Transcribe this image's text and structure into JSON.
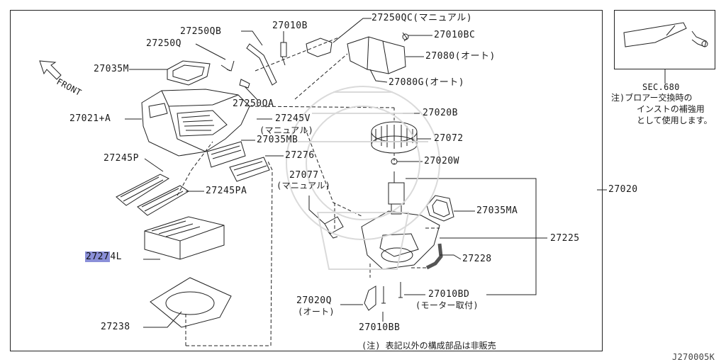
{
  "labels": {
    "p27250qb": "27250QB",
    "p27010b": "27010B",
    "p27250qc": "27250QC(マニュアル)",
    "p27250q": "27250Q",
    "p27010bc": "27010BC",
    "p27035m": "27035M",
    "p27080": "27080(オート)",
    "front": "FRONT",
    "p27080g": "27080G(オート)",
    "p27250qa": "27250QA",
    "p27020b": "27020B",
    "p27021a": "27021+A",
    "p27245v": "27245V",
    "p27245v_sub": "(マニュアル)",
    "p27035mb": "27035MB",
    "p27072": "27072",
    "p27245p": "27245P",
    "p27276": "27276",
    "p27020w": "27020W",
    "p27077": "27077",
    "p27077_sub": "(マニュアル)",
    "p27020": "27020",
    "p27245pa": "27245PA",
    "p27035ma": "27035MA",
    "p27225": "27225",
    "p27274_hl": "2727",
    "p27274_rest": "4L",
    "p27228": "27228",
    "p27010bd": "27010BD",
    "p27010bd_sub": "(モーター取付)",
    "p27020q": "27020Q",
    "p27020q_sub": "(オート)",
    "p27238": "27238",
    "p27010bb": "27010BB"
  },
  "inset": {
    "sec": "SEC.680",
    "note_line1": "注)ブロアー交換時の",
    "note_line2": "インストの補強用",
    "note_line3": "として使用します。"
  },
  "footer_note": "(注) 表記以外の構成部品は非販売",
  "diagram_code": "J270005K",
  "highlight_color": "#8a8fd8"
}
